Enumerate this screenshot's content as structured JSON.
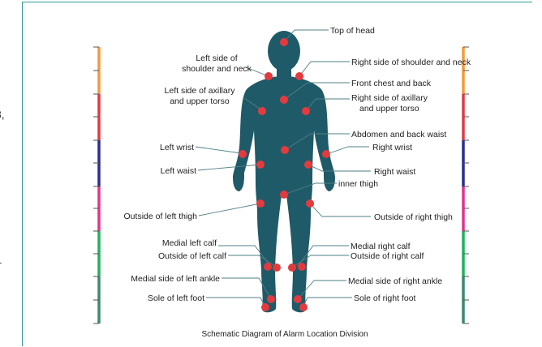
{
  "edge_fragments": {
    "left_top": "3,",
    "left_bottom": "–"
  },
  "caption": "Schematic Diagram of Alarm Location Division",
  "colors": {
    "frame": "#2e9a98",
    "body": "#1f5a68",
    "marker": "#e33a3e",
    "leader": "#4f7f86",
    "zones": [
      "#f29a3b",
      "#e03a46",
      "#2b2f8c",
      "#e0348a",
      "#20b25a",
      "#3d8a70"
    ]
  },
  "labels": {
    "top_of_head": "Top of head",
    "left_shoulder_neck_1": "Left side of",
    "left_shoulder_neck_2": "shoulder and neck",
    "right_shoulder_neck": "Right side of shoulder and neck",
    "front_chest_back": "Front chest and back",
    "left_axillary_1": "Left side of axillary",
    "left_axillary_2": "and upper torso",
    "right_axillary_1": "Right side of axillary",
    "right_axillary_2": "and upper torso",
    "abdomen_back_waist": "Abdomen and back waist",
    "left_wrist": "Left wrist",
    "right_wrist": "Right wrist",
    "left_waist": "Left waist",
    "right_waist": "Right waist",
    "inner_thigh": "inner thigh",
    "outside_left_thigh": "Outside of left thigh",
    "outside_right_thigh": "Outside of right thigh",
    "medial_left_calf": "Medial left calf",
    "medial_right_calf": "Medial right calf",
    "outside_left_calf": "Outside of left calf",
    "outside_right_calf": "Outside of right calf",
    "medial_left_ankle": "Medial side of left ankle",
    "medial_right_ankle": "Medial side of right ankle",
    "sole_left_foot": "Sole of left foot",
    "sole_right_foot": "Sole of right foot"
  }
}
